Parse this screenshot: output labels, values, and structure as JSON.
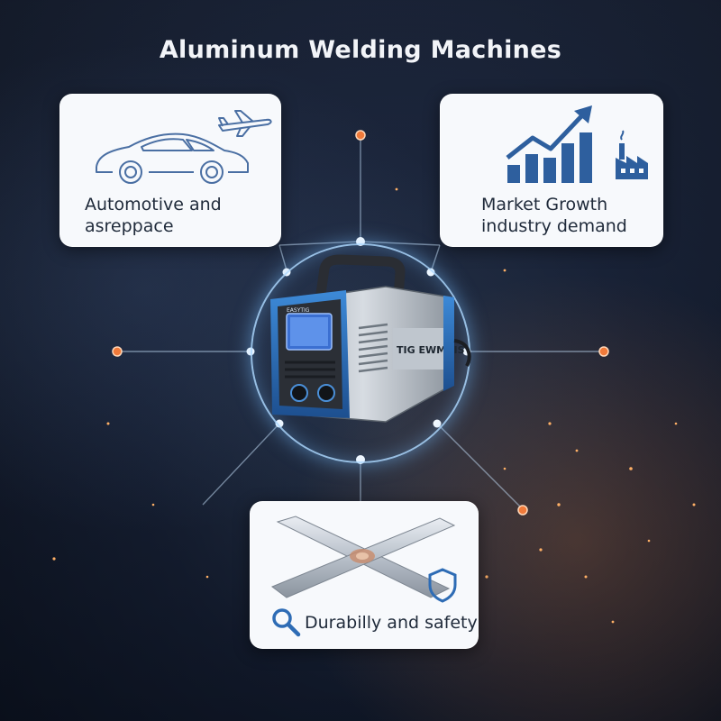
{
  "title": "Aluminum Welding Machines",
  "cards": {
    "automotive": {
      "line1": "Automotive and",
      "line2": "asreppace"
    },
    "market": {
      "line1": "Market Growth",
      "line2": "industry demand"
    },
    "durability": {
      "label": "Durabilly and safety"
    }
  },
  "machine": {
    "label": "TIG EWMAIS",
    "brand": "EASYTIG"
  },
  "colors": {
    "accent": "#2e6cb5",
    "glow": "#9fd3ff",
    "node_orange": "#f07a3a",
    "card_bg": "#f7f9fc"
  },
  "icons": [
    "car-icon",
    "airplane-icon",
    "growth-chart-icon",
    "factory-icon",
    "shield-icon",
    "magnifier-icon"
  ]
}
